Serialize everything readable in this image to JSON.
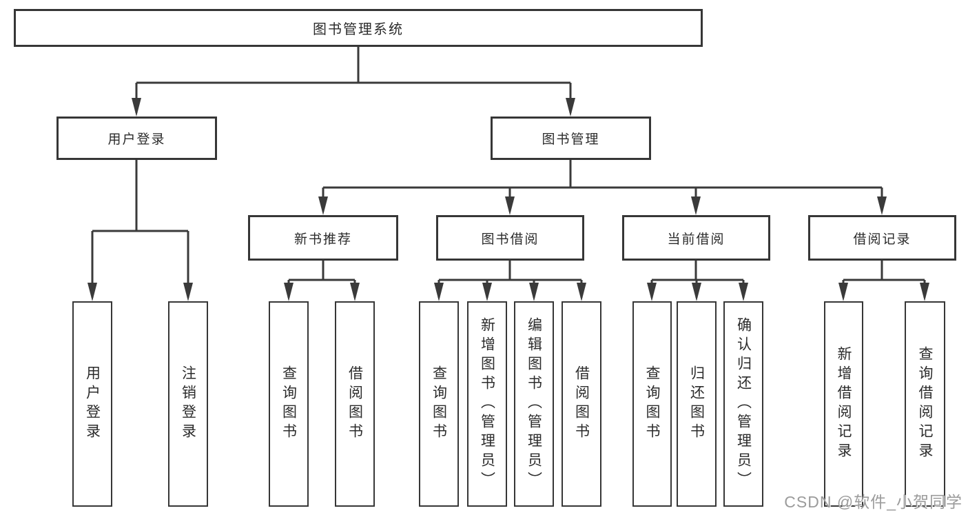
{
  "tree": {
    "root": {
      "label": "图书管理系统",
      "children": [
        {
          "label": "用户登录",
          "children": [
            {
              "label": "用户登录"
            },
            {
              "label": "注销登录"
            }
          ]
        },
        {
          "label": "图书管理",
          "children": [
            {
              "label": "新书推荐",
              "children": [
                {
                  "label": "查询图书"
                },
                {
                  "label": "借阅图书"
                }
              ]
            },
            {
              "label": "图书借阅",
              "children": [
                {
                  "label": "查询图书"
                },
                {
                  "label": "新增图书（管理员）"
                },
                {
                  "label": "编辑图书（管理员）"
                },
                {
                  "label": "借阅图书"
                }
              ]
            },
            {
              "label": "当前借阅",
              "children": [
                {
                  "label": "查询图书"
                },
                {
                  "label": "归还图书"
                },
                {
                  "label": "确认归还（管理员）"
                }
              ]
            },
            {
              "label": "借阅记录",
              "children": [
                {
                  "label": "新增借阅记录"
                },
                {
                  "label": "查询借阅记录"
                }
              ]
            }
          ]
        }
      ]
    }
  },
  "watermark": {
    "text": "CSDN @软件_小贺同学"
  },
  "colors": {
    "line": "#3a3a3a",
    "box_border": "#363636",
    "text": "#2b2b2b",
    "background": "#ffffff",
    "watermark": "#9b9b9b"
  }
}
